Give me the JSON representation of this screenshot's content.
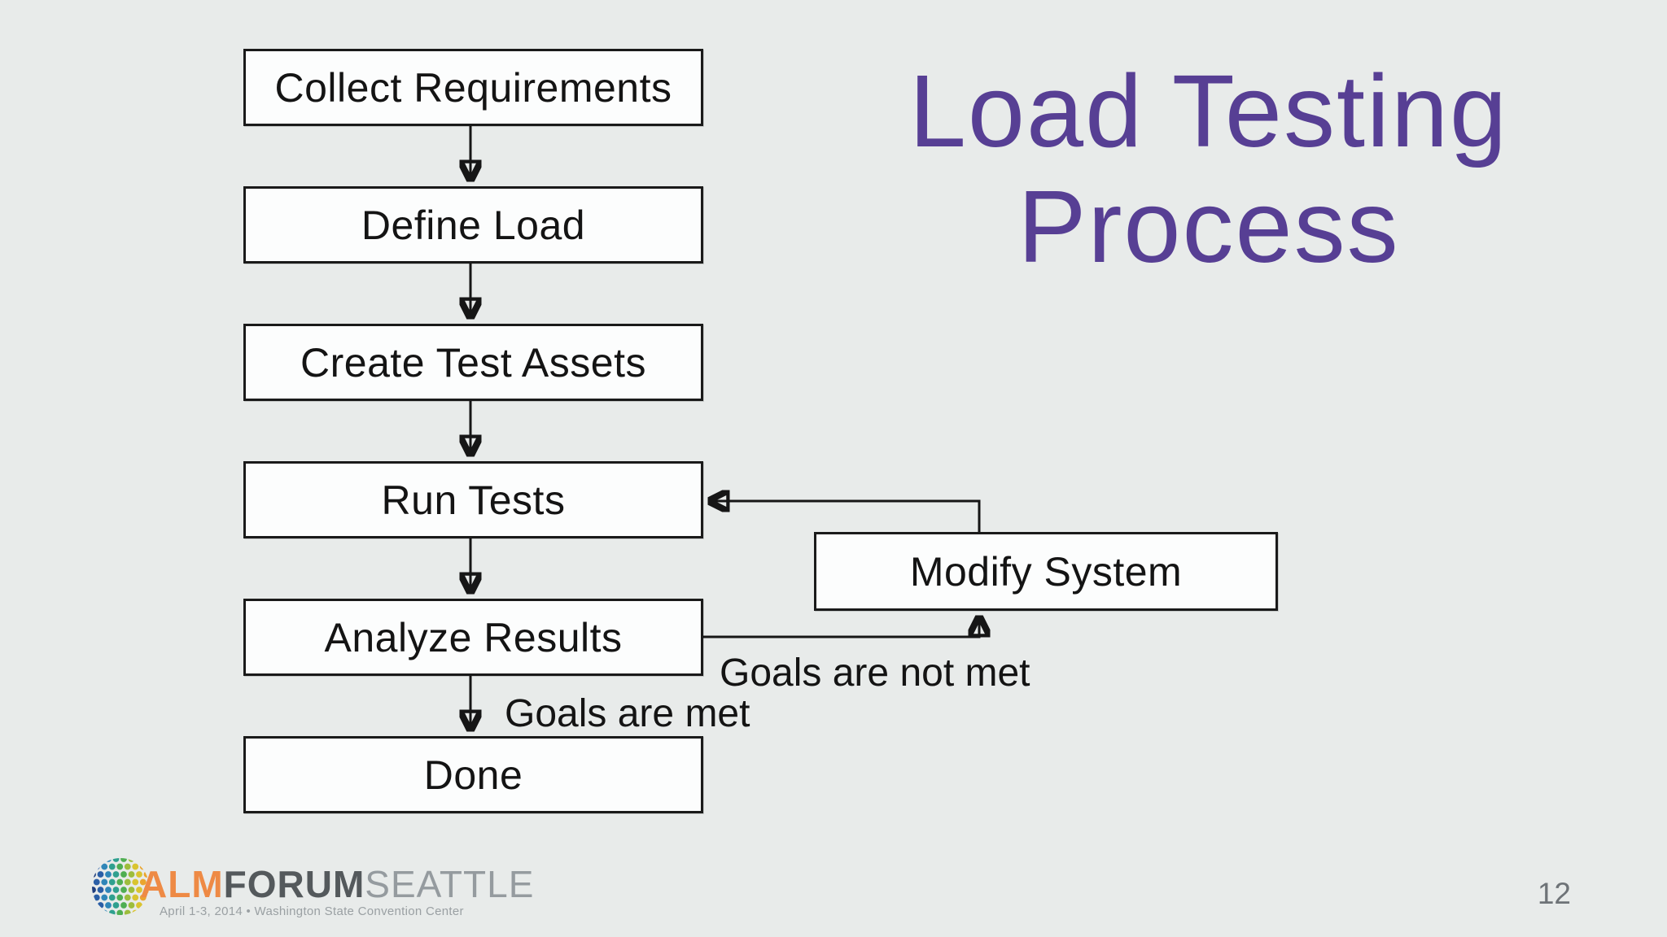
{
  "slide": {
    "title": {
      "line1": "Load Testing",
      "line2": "Process",
      "color": "#573f94"
    },
    "page_number": "12",
    "background_color": "#e8ebea"
  },
  "flowchart": {
    "boxes": [
      {
        "label": "Collect Requirements"
      },
      {
        "label": "Define Load"
      },
      {
        "label": "Create Test Assets"
      },
      {
        "label": "Run Tests"
      },
      {
        "label": "Analyze Results"
      },
      {
        "label": "Done"
      },
      {
        "label": "Modify System"
      }
    ],
    "edge_labels": {
      "goals_met": "Goals are met",
      "goals_not_met": "Goals are not met"
    },
    "line_color": "#161616",
    "box_fill": "#fcfdfd"
  },
  "footer": {
    "logo": {
      "alm": "ALM",
      "forum": "FORUM",
      "seattle": "SEATTLE",
      "subtext": "April 1-3, 2014  •  Washington State Convention Center",
      "dot_colors": [
        "#1f3e7e",
        "#2a5ea6",
        "#2f86b8",
        "#2fa08f",
        "#4fae52",
        "#9dbd3c",
        "#d9c430",
        "#eaa52e",
        "#e2702c"
      ]
    }
  }
}
